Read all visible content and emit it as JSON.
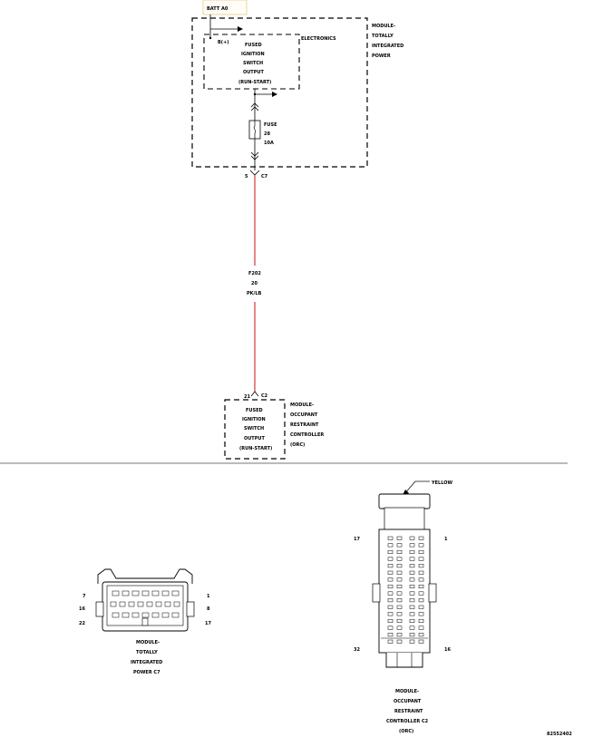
{
  "top_bus": {
    "label": "BATT A0"
  },
  "tipm": {
    "module_name": [
      "MODULE-",
      "TOTALLY",
      "INTEGRATED",
      "POWER"
    ],
    "electronics_label": "ELECTRONICS",
    "b_plus_label": "B(+)",
    "output_lines": [
      "FUSED",
      "IGNITION",
      "SWITCH",
      "OUTPUT",
      "(RUN-START)"
    ],
    "fuse_lines": [
      "FUSE",
      "28",
      "10A"
    ],
    "connector": {
      "pin": "5",
      "name": "C7"
    }
  },
  "wire": {
    "lines": [
      "F202",
      "20",
      "PK/LB"
    ],
    "color": "#d23a3a"
  },
  "orc": {
    "connector": {
      "pin": "21",
      "name": "C2"
    },
    "output_lines": [
      "FUSED",
      "IGNITION",
      "SWITCH",
      "OUTPUT",
      "(RUN-START)"
    ],
    "module_name": [
      "MODULE-",
      "OCCUPANT",
      "RESTRAINT",
      "CONTROLLER",
      "(ORC)"
    ]
  },
  "connector_c7": {
    "pins_left": [
      "7",
      "16",
      "22"
    ],
    "pins_right": [
      "1",
      "8",
      "17"
    ],
    "caption": [
      "MODULE-",
      "TOTALLY",
      "INTEGRATED",
      "POWER C7"
    ]
  },
  "connector_c2": {
    "color_label": "YELLOW",
    "pins_left": [
      "17",
      "32"
    ],
    "pins_right": [
      "1",
      "16"
    ],
    "caption": [
      "MODULE-",
      "OCCUPANT",
      "RESTRAINT",
      "CONTROLLER C2",
      "(ORC)"
    ]
  },
  "figure_id": "82552402"
}
